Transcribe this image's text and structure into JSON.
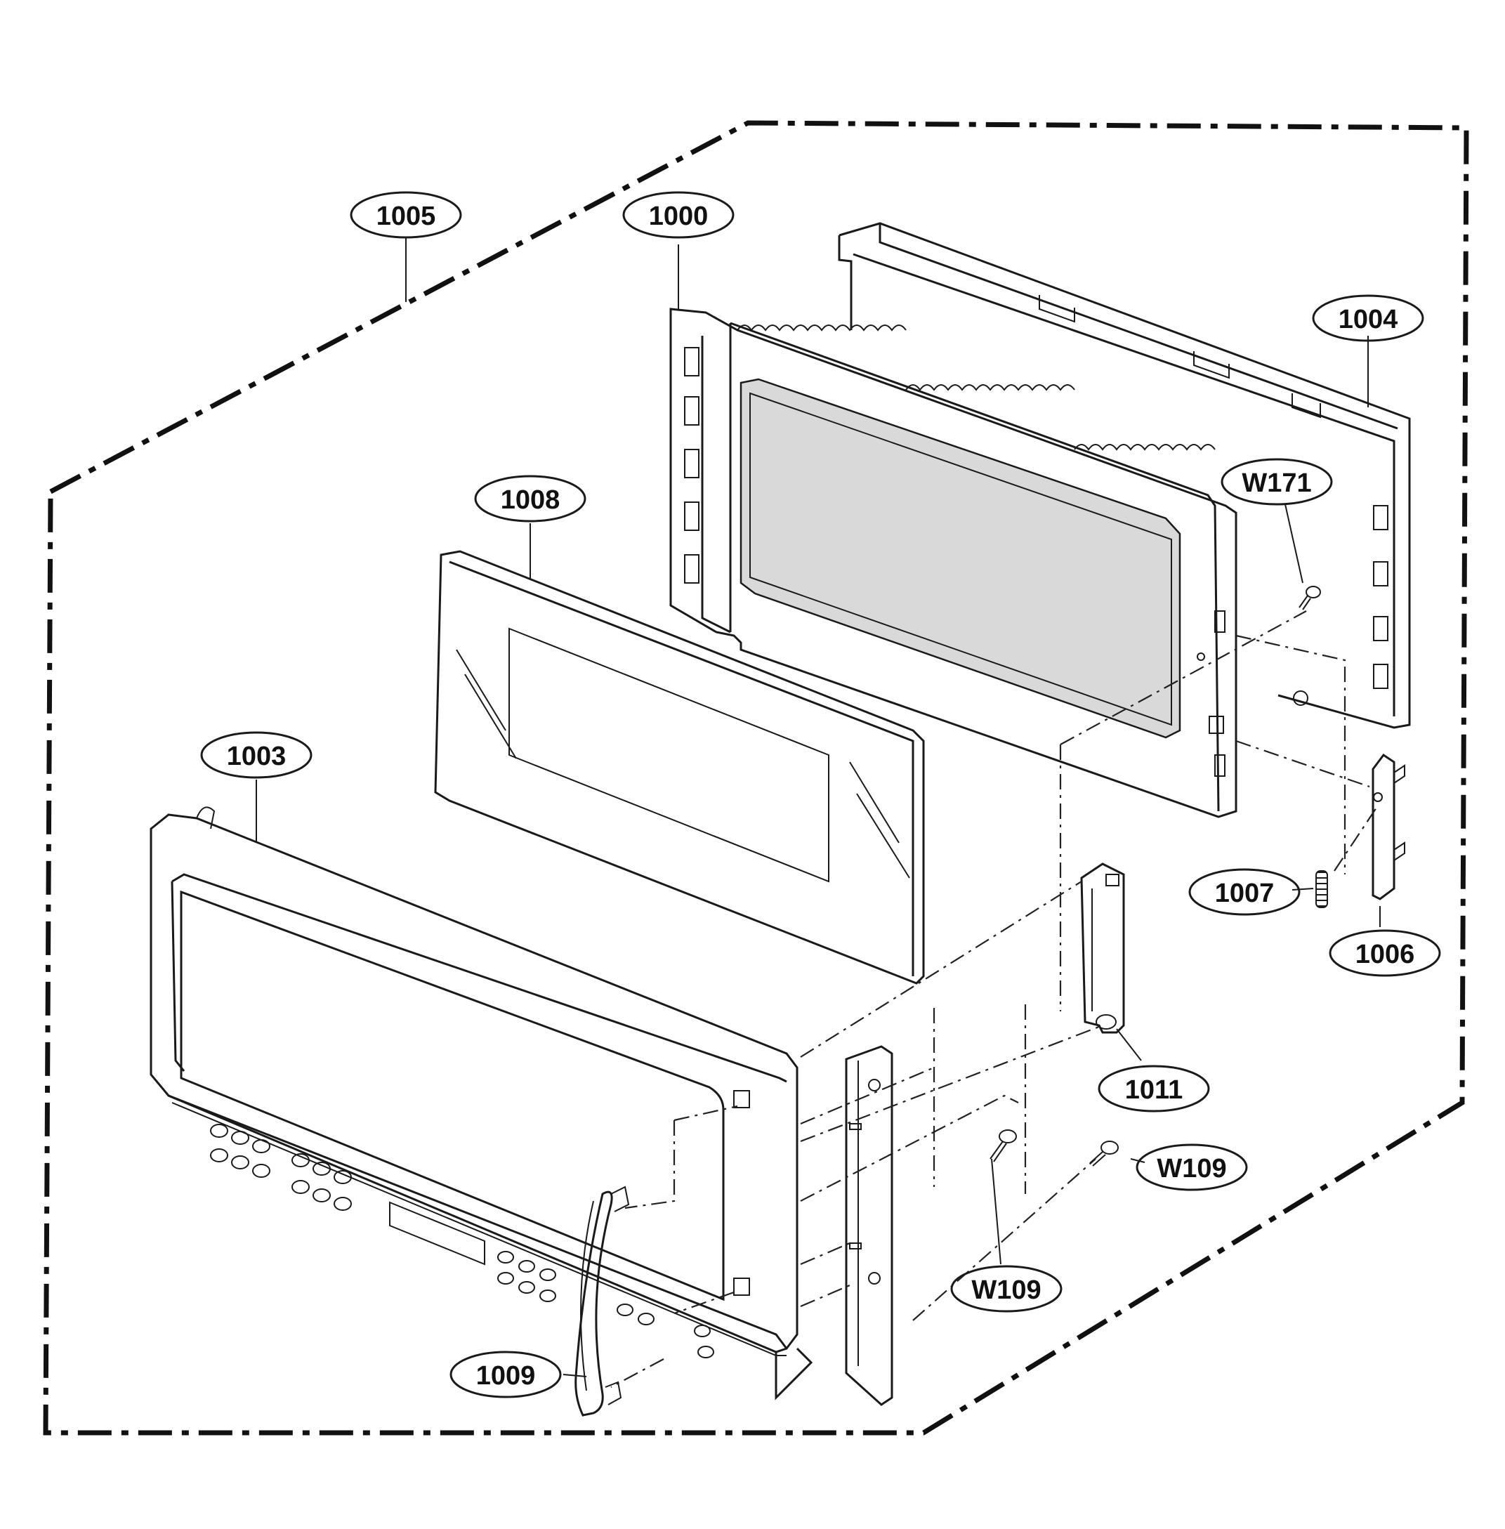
{
  "callouts": {
    "c1005": "1005",
    "c1000": "1000",
    "c1004": "1004",
    "cW171": "W171",
    "c1008": "1008",
    "c1003": "1003",
    "c1007": "1007",
    "c1006": "1006",
    "c1011": "1011",
    "cW109a": "W109",
    "cW109b": "W109",
    "c1009": "1009"
  },
  "colors": {
    "ink": "#1a1a1a",
    "background": "#ffffff",
    "mesh": "#d9d9d9"
  }
}
